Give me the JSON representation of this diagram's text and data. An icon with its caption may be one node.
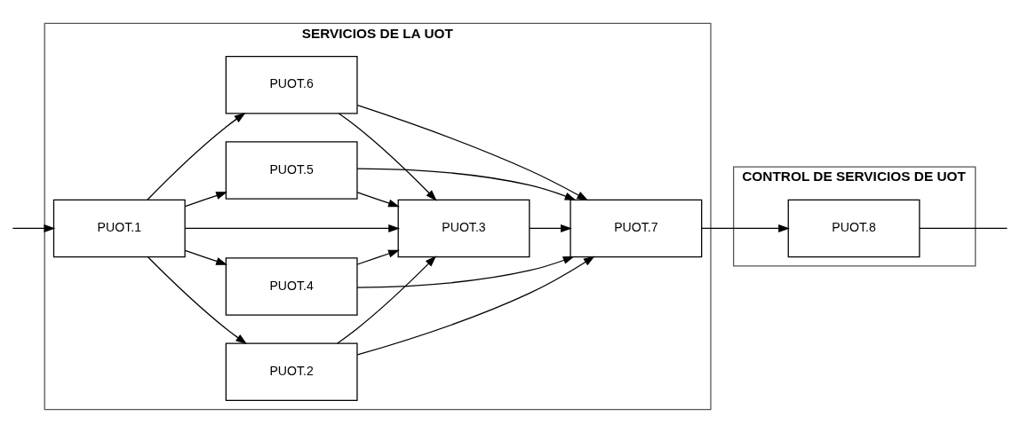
{
  "diagram": {
    "nodes": [
      {
        "text": [
          "SERVICIOS DE LA UOT"
        ]
      },
      {
        "text": [
          "PUOT.1"
        ],
        "in": 0
      },
      {
        "text": [
          "PUOT.2"
        ],
        "in": 0
      },
      {
        "text": [
          "PUOT.4"
        ],
        "in": 0
      },
      {
        "text": [
          "PUOT.5"
        ],
        "in": 0
      },
      {
        "text": [
          "PUOT.6"
        ],
        "in": 0
      },
      {
        "text": [
          "PUOT.7"
        ],
        "in": 0
      },
      {
        "text": [
          "PUOT.3"
        ],
        "in": 0
      },
      {
        "text": [
          "CONTROL DE SERVICIOS DE UOT"
        ]
      },
      {
        "text": [
          "PUOT.8"
        ],
        "in": 8
      }
    ],
    "edges": [
      {
        "from": null,
        "to": 1,
        "arrow": "to"
      },
      {
        "from": 1,
        "to": 2,
        "arrow": "to"
      },
      {
        "from": 1,
        "to": 3,
        "arrow": "to"
      },
      {
        "from": 1,
        "to": 4,
        "arrow": "to"
      },
      {
        "from": 1,
        "to": 5,
        "arrow": "to"
      },
      {
        "from": 1,
        "to": 7,
        "arrow": "to"
      },
      {
        "from": 2,
        "to": 6,
        "arrow": "to"
      },
      {
        "from": 3,
        "to": 6,
        "arrow": "to"
      },
      {
        "from": 4,
        "to": 6,
        "arrow": "to"
      },
      {
        "from": 5,
        "to": 6,
        "arrow": "to"
      },
      {
        "from": 2,
        "to": 7,
        "arrow": "to"
      },
      {
        "from": 3,
        "to": 7,
        "arrow": "to"
      },
      {
        "from": 4,
        "to": 7,
        "arrow": "to"
      },
      {
        "from": 5,
        "to": 7,
        "arrow": "to"
      },
      {
        "from": 7,
        "to": 6,
        "arrow": "to"
      },
      {
        "from": 6,
        "to": 9,
        "arrow": "to"
      },
      {
        "from": 9,
        "to": null,
        "arrow": "none"
      }
    ]
  }
}
